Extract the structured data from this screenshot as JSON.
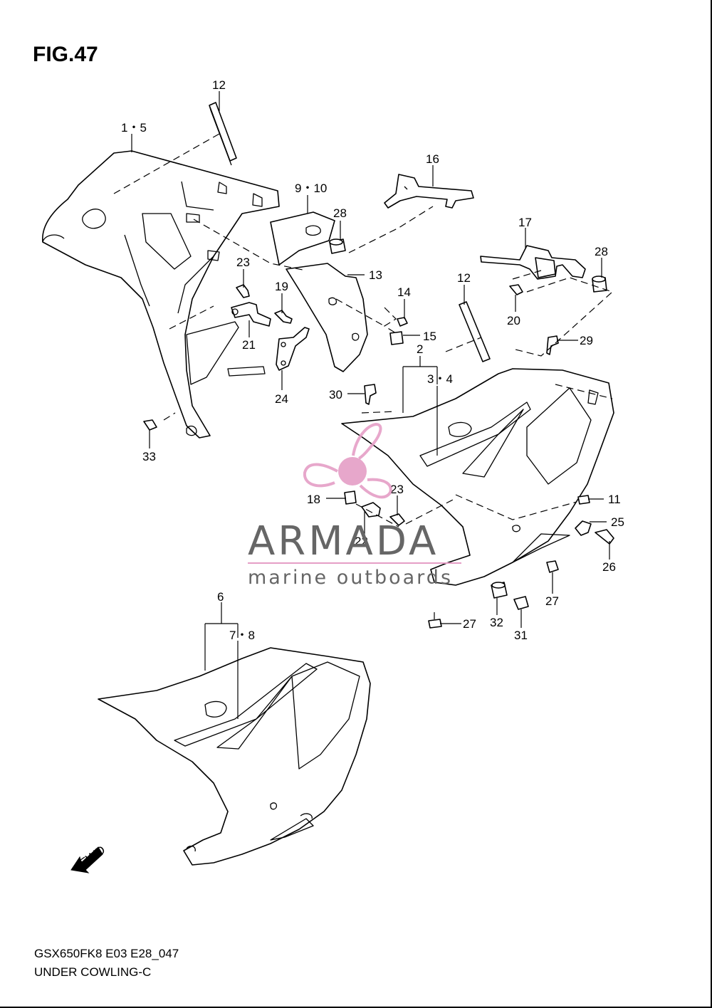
{
  "figure": {
    "title": "FIG.47"
  },
  "footer": {
    "code": "GSX650FK8 E03 E28_047",
    "name": "UNDER COWLING-C"
  },
  "watermark": {
    "name": "ARMADA",
    "subtitle": "marine outboards",
    "colors": {
      "logo": "#e59ec6",
      "text": "#666666"
    }
  },
  "fwd_arrow": {
    "label": "FWD"
  },
  "callouts": [
    {
      "id": "c12a",
      "text": "12"
    },
    {
      "id": "c15a",
      "text": "1・5"
    },
    {
      "id": "c910",
      "text": "9・10"
    },
    {
      "id": "c28a",
      "text": "28"
    },
    {
      "id": "c16",
      "text": "16"
    },
    {
      "id": "c17",
      "text": "17"
    },
    {
      "id": "c28b",
      "text": "28"
    },
    {
      "id": "c23a",
      "text": "23"
    },
    {
      "id": "c19",
      "text": "19"
    },
    {
      "id": "c13",
      "text": "13"
    },
    {
      "id": "c14",
      "text": "14"
    },
    {
      "id": "c20",
      "text": "20"
    },
    {
      "id": "c12b",
      "text": "12"
    },
    {
      "id": "c15",
      "text": "15"
    },
    {
      "id": "c29",
      "text": "29"
    },
    {
      "id": "c21",
      "text": "21"
    },
    {
      "id": "c2",
      "text": "2"
    },
    {
      "id": "c34",
      "text": "3・4"
    },
    {
      "id": "c24",
      "text": "24"
    },
    {
      "id": "c30",
      "text": "30"
    },
    {
      "id": "c33",
      "text": "33"
    },
    {
      "id": "c23b",
      "text": "23"
    },
    {
      "id": "c18",
      "text": "18"
    },
    {
      "id": "c11",
      "text": "11"
    },
    {
      "id": "c22",
      "text": "22"
    },
    {
      "id": "c25",
      "text": "25"
    },
    {
      "id": "c26",
      "text": "26"
    },
    {
      "id": "c6",
      "text": "6"
    },
    {
      "id": "c27a",
      "text": "27"
    },
    {
      "id": "c32",
      "text": "32"
    },
    {
      "id": "c27b",
      "text": "27"
    },
    {
      "id": "c31",
      "text": "31"
    },
    {
      "id": "c78",
      "text": "7・8"
    }
  ]
}
